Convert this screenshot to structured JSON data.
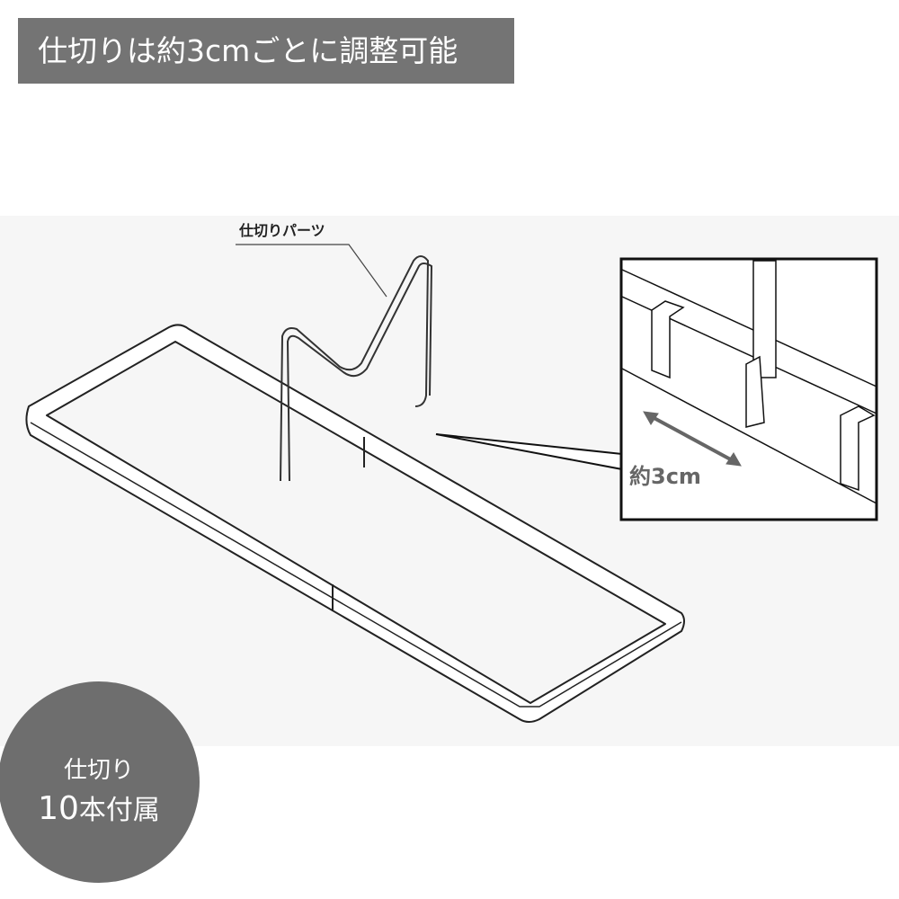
{
  "banner": {
    "text": "仕切りは約3cmごとに調整可能"
  },
  "diagram": {
    "part_label": "仕切りパーツ",
    "inset_dimension": "約3cm"
  },
  "badge": {
    "line1": "仕切り",
    "count": "10",
    "unit": "本付属"
  },
  "colors": {
    "banner_bg": "#747474",
    "badge_bg": "#6e6e6e",
    "stage_bg": "#f6f6f6",
    "arrow": "#666666"
  }
}
